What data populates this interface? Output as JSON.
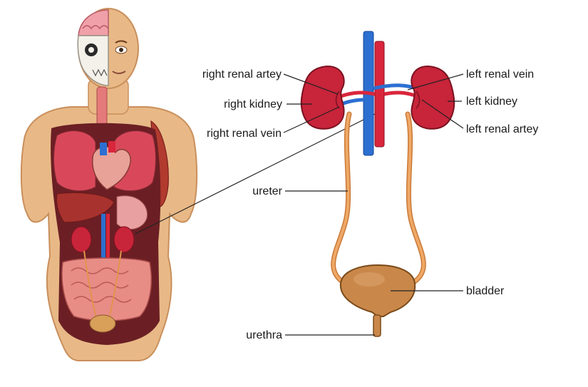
{
  "labels": {
    "right_renal_artery": "right renal artey",
    "right_kidney": "right kidney",
    "right_renal_vein": "right renal vein",
    "ureter": "ureter",
    "urethra": "urethra",
    "left_renal_vein": "left renal vein",
    "left_kidney": "left kidney",
    "left_renal_artery": "left renal artey",
    "bladder": "bladder"
  },
  "colors": {
    "skin": "#e8b987",
    "skin_dark": "#c98f5c",
    "kidney": "#c8243a",
    "artery": "#d9263c",
    "vein": "#2c6fd1",
    "ureter": "#e1944d",
    "bladder": "#c9884a",
    "lung": "#d9485a",
    "cavity": "#6b1f24",
    "liver": "#a8322e",
    "intestine": "#e88c86",
    "leader": "#222222"
  },
  "icons": [
    "human-body-figure",
    "brain-icon",
    "skull-icon",
    "heart-icon",
    "lungs-icon",
    "liver-icon",
    "intestines-icon",
    "kidney-icon",
    "bladder-icon"
  ]
}
